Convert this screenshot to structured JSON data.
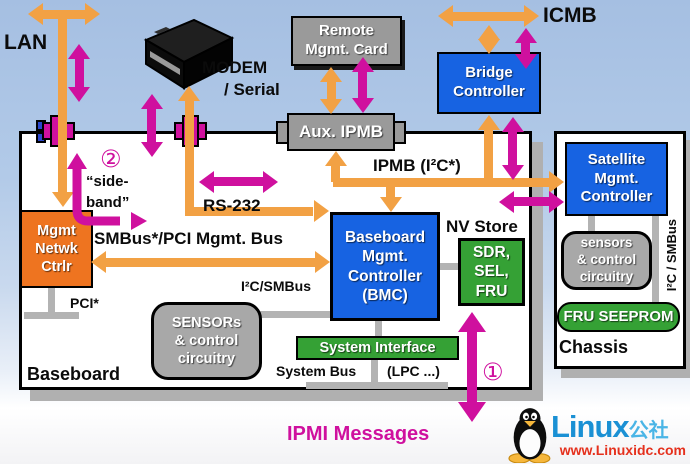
{
  "diagram": {
    "external_labels": {
      "lan": "LAN",
      "modem": "MODEM",
      "serial": "/ Serial",
      "icmb": "ICMB"
    },
    "buses": {
      "ipmb": "IPMB (I²C*)",
      "rs232": "RS-232",
      "smbus_pci": "SMBus*/PCI Mgmt. Bus",
      "i2c_smbus": "I²C/SMBus",
      "pci": "PCI*",
      "system_bus": "System Bus",
      "lpc": "(LPC ...)",
      "chassis_i2c_smbus": "I²C / SMBus"
    },
    "annotations": {
      "step1": "①",
      "step2": "②",
      "sideband": "“side-\nband”",
      "nv_store": "NV Store",
      "ipmi_messages": "IPMI Messages"
    },
    "boxes": {
      "remote_mgmt_card": "Remote\nMgmt. Card",
      "bridge_controller": "Bridge\nController",
      "aux_ipmb": "Aux. IPMB",
      "satellite_mgmt_controller": "Satellite\nMgmt.\nController",
      "mgmt_netwk_ctrlr": "Mgmt\nNetwk\nCtrlr",
      "bmc": "Baseboard\nMgmt.\nController\n(BMC)",
      "sdr_sel_fru": "SDR,\nSEL,\nFRU",
      "sensors_baseboard": "SENSORs\n& control\ncircuitry",
      "sensors_chassis": "sensors\n& control\ncircuitry",
      "fru_seeprom": "FRU SEEPROM",
      "system_interface": "System Interface"
    },
    "regions": {
      "baseboard": "Baseboard",
      "chassis": "Chassis"
    },
    "icons": {
      "modem": "modem-device-icon",
      "connectors": "board-edge-connector-icon",
      "tux": "tux-penguin-icon"
    }
  },
  "logo": {
    "brand": "Linux",
    "suffix": "公社",
    "url": "www.Linuxidc.com"
  },
  "colors": {
    "orange": "#f2a144",
    "magenta": "#cf109e",
    "blue": "#1763e2",
    "green": "#35a135",
    "gray_box": "#9a9a9a",
    "orange_box": "#ee7420"
  }
}
